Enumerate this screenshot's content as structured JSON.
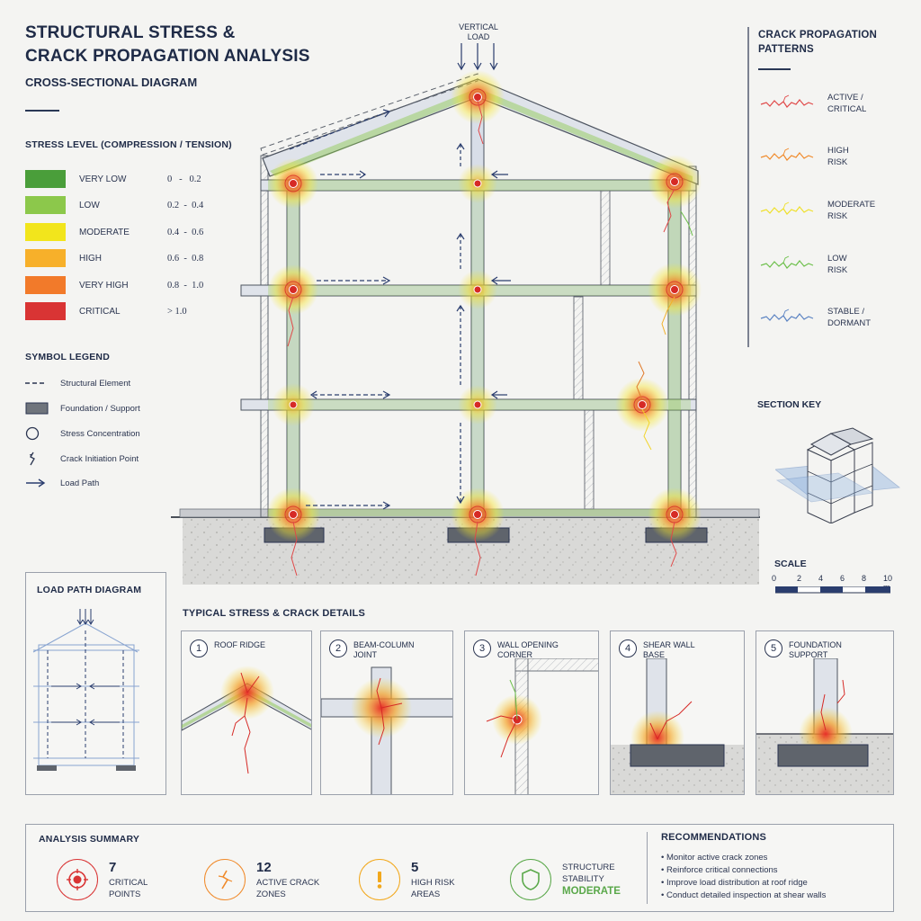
{
  "header": {
    "title_line1": "STRUCTURAL STRESS &",
    "title_line2": "CRACK PROPAGATION ANALYSIS",
    "subtitle": "CROSS-SECTIONAL DIAGRAM"
  },
  "stress_legend": {
    "title": "STRESS LEVEL (COMPRESSION / TENSION)",
    "items": [
      {
        "label": "VERY LOW",
        "range": "0   -   0.2",
        "color": "#4a9e3a"
      },
      {
        "label": "LOW",
        "range": "0.2  -  0.4",
        "color": "#8cc84b"
      },
      {
        "label": "MODERATE",
        "range": "0.4  -  0.6",
        "color": "#f2e51c"
      },
      {
        "label": "HIGH",
        "range": "0.6  -  0.8",
        "color": "#f7b02a"
      },
      {
        "label": "VERY HIGH",
        "range": "0.8  -  1.0",
        "color": "#f27a2a"
      },
      {
        "label": "CRITICAL",
        "range": "> 1.0",
        "color": "#d93434"
      }
    ]
  },
  "symbol_legend": {
    "title": "SYMBOL LEGEND",
    "items": [
      {
        "label": "Structural Element",
        "icon": "dashed-line-icon"
      },
      {
        "label": "Foundation / Support",
        "icon": "foundation-block-icon"
      },
      {
        "label": "Stress Concentration",
        "icon": "circle-icon"
      },
      {
        "label": "Crack Initiation Point",
        "icon": "crack-icon"
      },
      {
        "label": "Load Path",
        "icon": "arrow-icon"
      }
    ]
  },
  "diagram": {
    "vertical_load_line1": "VERTICAL",
    "vertical_load_line2": "LOAD"
  },
  "crack_patterns": {
    "title_line1": "CRACK PROPAGATION",
    "title_line2": "PATTERNS",
    "items": [
      {
        "line1": "ACTIVE /",
        "line2": "CRITICAL",
        "color": "#e04848"
      },
      {
        "line1": "HIGH",
        "line2": "RISK",
        "color": "#f08a2a"
      },
      {
        "line1": "MODERATE",
        "line2": "RISK",
        "color": "#efe02a"
      },
      {
        "line1": "LOW",
        "line2": "RISK",
        "color": "#6cbf4a"
      },
      {
        "line1": "STABLE /",
        "line2": "DORMANT",
        "color": "#5a82c2"
      }
    ]
  },
  "section_key": {
    "title": "SECTION KEY"
  },
  "scale": {
    "title": "SCALE",
    "ticks": [
      "0",
      "2",
      "4",
      "6",
      "8",
      "10 m"
    ]
  },
  "load_path": {
    "title": "LOAD PATH DIAGRAM"
  },
  "details": {
    "title": "TYPICAL STRESS & CRACK DETAILS",
    "items": [
      {
        "num": "1",
        "line1": "ROOF RIDGE",
        "line2": ""
      },
      {
        "num": "2",
        "line1": "BEAM-COLUMN",
        "line2": "JOINT"
      },
      {
        "num": "3",
        "line1": "WALL OPENING",
        "line2": "CORNER"
      },
      {
        "num": "4",
        "line1": "SHEAR WALL",
        "line2": "BASE"
      },
      {
        "num": "5",
        "line1": "FOUNDATION",
        "line2": "SUPPORT"
      }
    ]
  },
  "summary": {
    "title": "ANALYSIS SUMMARY",
    "stats": [
      {
        "value": "7",
        "line1": "CRITICAL",
        "line2": "POINTS",
        "icon": "target-icon",
        "color": "#d93434"
      },
      {
        "value": "12",
        "line1": "ACTIVE CRACK",
        "line2": "ZONES",
        "icon": "crack-icon",
        "color": "#f08a2a"
      },
      {
        "value": "5",
        "line1": "HIGH RISK",
        "line2": "AREAS",
        "icon": "warning-icon",
        "color": "#f2a81c"
      }
    ],
    "stability": {
      "line1": "STRUCTURE",
      "line2": "STABILITY",
      "status": "MODERATE",
      "icon": "shield-icon",
      "color": "#5aa84a"
    }
  },
  "recommendations": {
    "title": "RECOMMENDATIONS",
    "items": [
      "• Monitor active crack zones",
      "• Reinforce critical connections",
      "• Improve load distribution at roof ridge",
      "• Conduct detailed inspection at shear walls"
    ]
  }
}
